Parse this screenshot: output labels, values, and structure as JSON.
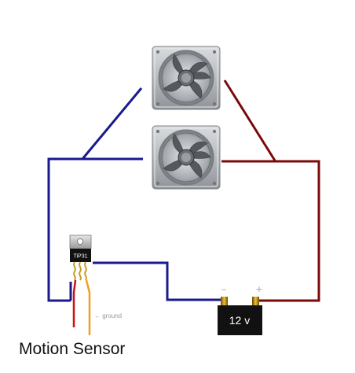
{
  "transistor": {
    "label": "TiP31"
  },
  "battery": {
    "label": "12 v",
    "minus_sign": "−",
    "plus_sign": "+"
  },
  "sensor": {
    "label": "Motion Sensor",
    "ground_label": "← ground"
  },
  "colors": {
    "positive_wire": "#7a0a0a",
    "negative_wire": "#1a1a8c",
    "sensor_signal_wire": "#cc1111",
    "sensor_ground_wire": "#f0a020",
    "battery_body": "#111111",
    "transistor_body": "#111111"
  },
  "components": {
    "fan_top": {
      "icon": "fan-icon"
    },
    "fan_bottom": {
      "icon": "fan-icon"
    }
  }
}
